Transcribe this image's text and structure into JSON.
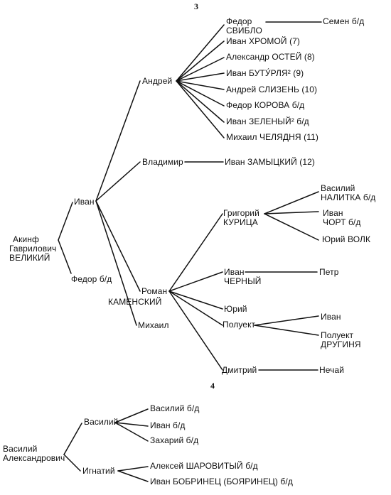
{
  "page_numbers": {
    "top": "3",
    "mid": "4"
  },
  "tree1": {
    "akinf": [
      "Акинф",
      "Гаврилович",
      "ВЕЛИКИЙ"
    ],
    "ivan": "Иван",
    "fedor": "Федор б/д",
    "andrey": "Андрей",
    "vladimir": "Владимир",
    "roman": "Роман",
    "kamensky": "КАМЕНСКИЙ",
    "mikhail": "Михаил",
    "andrey_children": [
      "Федор",
      "СВИБЛО",
      "Иван ХРОМОЙ (7)",
      "Александр ОСТЕЙ (8)",
      "Иван БУТУ́РЛЯ² (9)",
      "Андрей СЛИЗЕНЬ (10)",
      "Федор КОРОВА б/д",
      "Иван ЗЕЛЕНЫЙ² б/д",
      "Михаил ЧЕЛЯДНЯ (11)"
    ],
    "semen": "Семен б/д",
    "ivan_zamytsky": "Иван ЗАМЫЦКИЙ (12)",
    "grigory": [
      "Григорий",
      "КУРИЦА"
    ],
    "vasily_nalitka": [
      "Василий",
      "НАЛИТКА б/д"
    ],
    "ivan_chort": [
      "Иван",
      "ЧОРТ б/д"
    ],
    "yury_volk": "Юрий ВОЛК",
    "ivan_cherny": [
      "Иван",
      "ЧЕРНЫЙ"
    ],
    "petr": "Петр",
    "yury": "Юрий",
    "poluekt": "Полуект",
    "ivan_p": "Иван",
    "poluekt_druginya": [
      "Полуект",
      "ДРУГИНЯ"
    ],
    "dmitry": "Дмитрий",
    "nechay": "Нечай"
  },
  "tree2": {
    "root": [
      "Василий",
      "Александрович"
    ],
    "vasily": "Василий",
    "ignaty": "Игнатий",
    "vasily_children": [
      "Василий б/д",
      "Иван б/д",
      "Захарий б/д"
    ],
    "ignaty_children": [
      "Алексей ШАРОВИТЫЙ б/д",
      "Иван БОБРИНЕЦ (БОЯРИНЕЦ) б/д"
    ]
  }
}
